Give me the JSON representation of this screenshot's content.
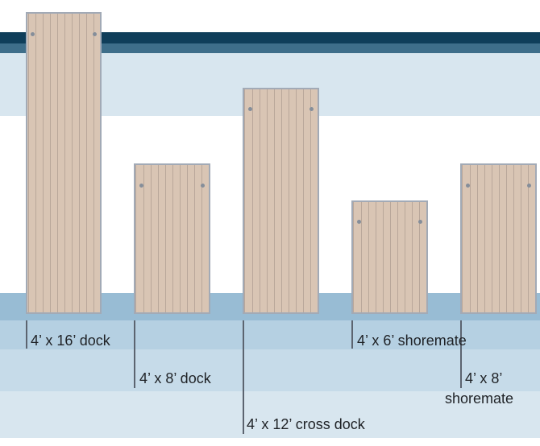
{
  "colors": {
    "background": "#ffffff",
    "navy_stripe": "#0f3e5a",
    "teal_stripe": "#3e6e8a",
    "pale_band": "#d8e6ef",
    "water_band": "#98bcd4",
    "row_band_1": "#b5d0e2",
    "row_band_2": "#c6dbe9",
    "row_band_3": "#d8e6ef",
    "panel_fill": "#d9c5b4",
    "panel_border": "#a2aab6",
    "plank_line": "#b9a79a",
    "bolt": "#858e9a",
    "label_text": "#1f2226"
  },
  "panels": [
    {
      "id": "dock-4x16",
      "label_lines": [
        "4’ x 16’ dock"
      ]
    },
    {
      "id": "dock-4x8",
      "label_lines": [
        "4’ x 8’ dock"
      ]
    },
    {
      "id": "cross-dock-4x12",
      "label_lines": [
        "4’ x 12’ cross dock"
      ]
    },
    {
      "id": "shoremate-4x6",
      "label_lines": [
        "4’ x 6’ shoremate"
      ]
    },
    {
      "id": "shoremate-4x8",
      "label_lines": [
        "4’ x 8’",
        "shoremate"
      ]
    }
  ]
}
